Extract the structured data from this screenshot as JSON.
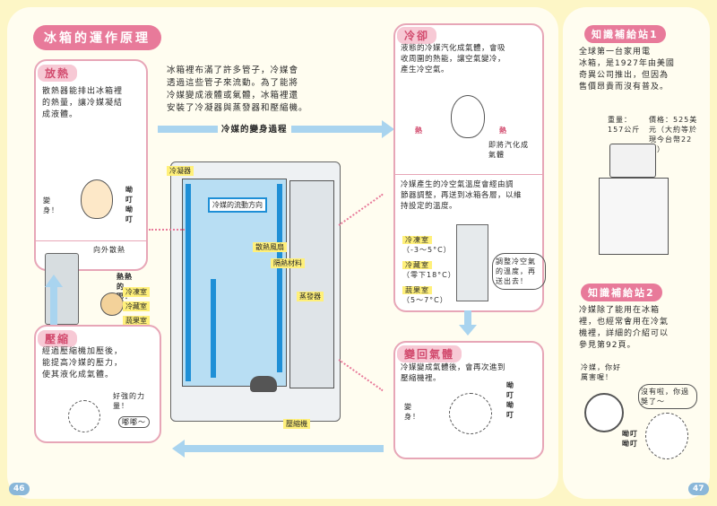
{
  "left_page": {
    "title": "冰箱的運作原理",
    "intro": [
      "冰箱裡布滿了許多管子，冷媒會",
      "透過這些管子來流動。為了能將",
      "冷媒變成液體或氣體，冰箱裡還",
      "安裝了冷凝器與蒸發器和壓縮機。"
    ],
    "flow_label": "冷媒的變身過程",
    "heat": {
      "tag": "放熱",
      "text": [
        "散熱器能排出冰箱裡",
        "的熱量，讓冷媒凝結",
        "成液體。"
      ],
      "sfx_right": "呦叮呦叮",
      "sfx_left": "變身！",
      "label_outside": "向外散熱",
      "speech": "熱熱的耶！"
    },
    "compress": {
      "tag": "壓縮",
      "text": [
        "經過壓縮機加壓後，",
        "能提高冷媒的壓力，",
        "使其液化成氣體。"
      ],
      "speech": "好強的力量！",
      "sfx": "嘟嘟～"
    },
    "cool": {
      "tag": "冷卻",
      "text": [
        "液態的冷媒汽化成氣體，會吸",
        "收周圍的熱能，讓空氣變冷，",
        "產生冷空氣。"
      ],
      "fx_hot": "熱",
      "fx_hot2": "熱",
      "note": "即將汽化成氣體"
    },
    "regulate": {
      "text": [
        "冷媒產生的冷空氣溫度會經由調",
        "節器調整，再送到冰箱各層，以維",
        "持設定的溫度。"
      ],
      "freezer": "冷凍室",
      "freezer_temp": "（-3～5°C）",
      "chill": "冷藏室",
      "chill_temp": "（零下18°C）",
      "veg": "蔬果室",
      "veg_temp": "（5～7°C）",
      "speech": "調整冷空氣的溫度，再送出去！"
    },
    "gas": {
      "tag": "變回氣體",
      "text": [
        "冷媒變成氣體後，會再次進到",
        "壓縮機裡。"
      ],
      "sfx_left": "變身！",
      "sfx_right": "呦叮呦叮"
    },
    "fridge_labels": {
      "condenser": "冷凝器",
      "flow": "冷媒的流動方向",
      "fan": "散熱風扇",
      "insulation": "隔熱材料",
      "evaporator": "蒸發器",
      "freezer": "冷凍室",
      "chill": "冷藏室",
      "veg": "蔬果室",
      "compressor": "壓縮機"
    },
    "page_number": "46"
  },
  "right_page": {
    "station1": {
      "tag": "知識補給站1",
      "text": [
        "全球第一台家用電",
        "冰箱，是1927年由美國",
        "奇異公司推出，但因為",
        "售價昂貴而沒有普及。"
      ],
      "weight": "重量：157公斤",
      "price": "價格：525美元（大約等於現今台幣22萬）"
    },
    "station2": {
      "tag": "知識補給站2",
      "text": [
        "冷媒除了能用在冰箱",
        "裡，也經常會用在冷氣",
        "機裡，詳細的介紹可以",
        "參見第92頁。"
      ],
      "speech1": "冷媒，你好厲害喔！",
      "speech2": "沒有啦，你過獎了～",
      "sfx": "呦叮呦叮"
    },
    "page_number": "47"
  },
  "colors": {
    "pink": "#e87a9a",
    "blue": "#a9d4ef",
    "pipe": "#1e8fd6",
    "bg": "#fdf6c6"
  }
}
